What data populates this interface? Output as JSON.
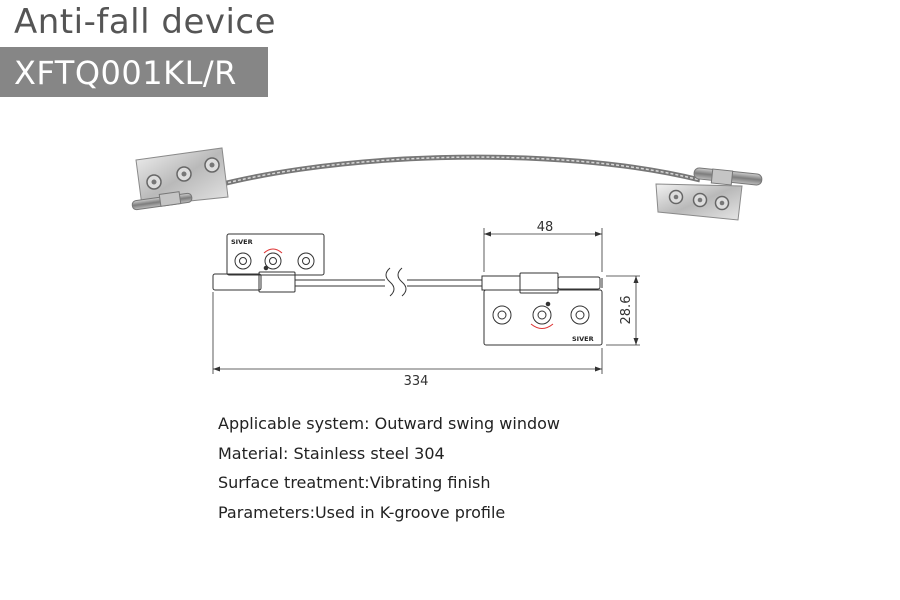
{
  "header": {
    "title": "Anti-fall device",
    "model": "XFTQ001KL/R"
  },
  "drawing": {
    "dim_width_top": "48",
    "dim_height_right": "28.6",
    "dim_length_bottom": "334",
    "brand_mark_left": "SIVER",
    "brand_mark_right": "SIVER"
  },
  "specs": [
    "Applicable system: Outward swing window",
    "Material: Stainless steel 304",
    "Surface treatment:Vibrating finish",
    "Parameters:Used in K-groove profile"
  ]
}
